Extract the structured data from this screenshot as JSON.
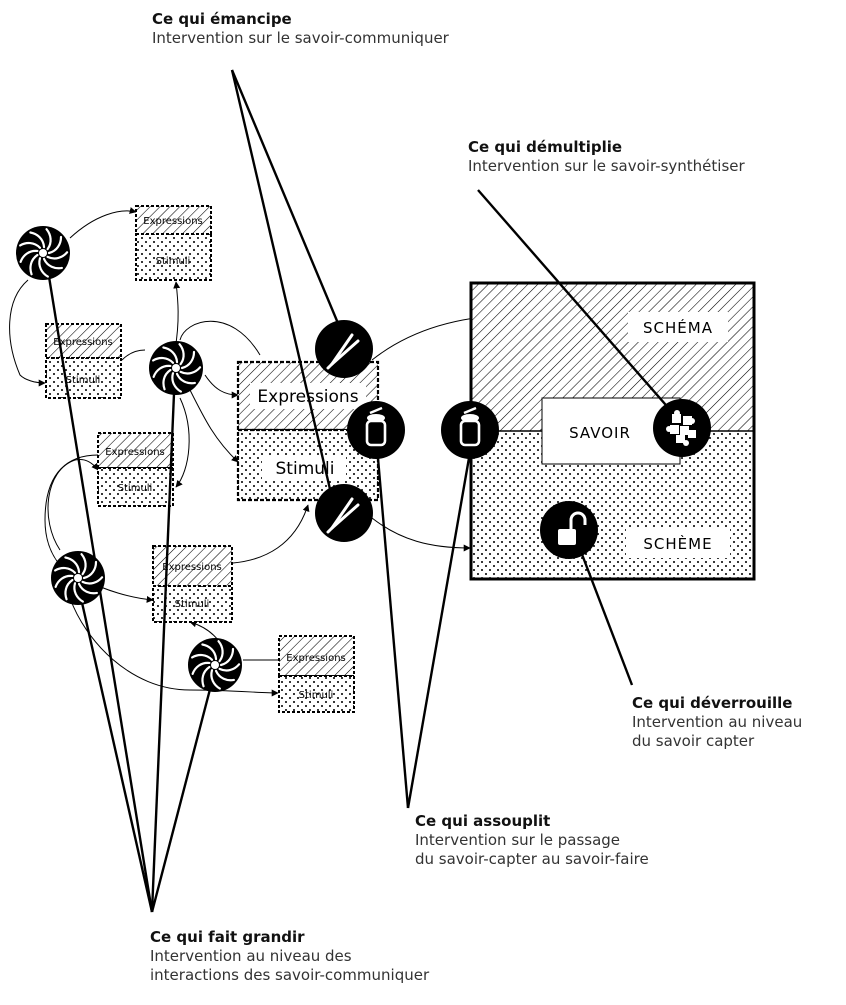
{
  "annotations": {
    "emancipe": {
      "title": "Ce qui émancipe",
      "line1": "Intervention sur le savoir-communiquer"
    },
    "demultiplie": {
      "title": "Ce qui démultiplie",
      "line1": "Intervention sur le savoir-synthétiser"
    },
    "deverrouille": {
      "title": "Ce qui déverrouille",
      "line1": "Intervention au niveau",
      "line2": "du savoir capter"
    },
    "assouplit": {
      "title": "Ce qui assouplit",
      "line1": "Intervention sur le passage",
      "line2": "du savoir-capter au savoir-faire"
    },
    "fait_grandir": {
      "title": "Ce qui fait grandir",
      "line1": "Intervention au niveau des",
      "line2": "interactions des savoir-communiquer"
    }
  },
  "boxes": {
    "expressions": "Expressions",
    "stimuli": "Stimuli"
  },
  "big_square": {
    "schema": "SCHÉMA",
    "scheme": "SCHÈME",
    "savoir": "SAVOIR"
  },
  "icons": {
    "spiral": "spiral-icon",
    "tweezers": "tweezers-icon",
    "can": "can-icon",
    "padlock": "unlocked-padlock-icon",
    "puzzle": "puzzle-icon"
  },
  "colors": {
    "ink": "#000000",
    "paper": "#ffffff"
  }
}
